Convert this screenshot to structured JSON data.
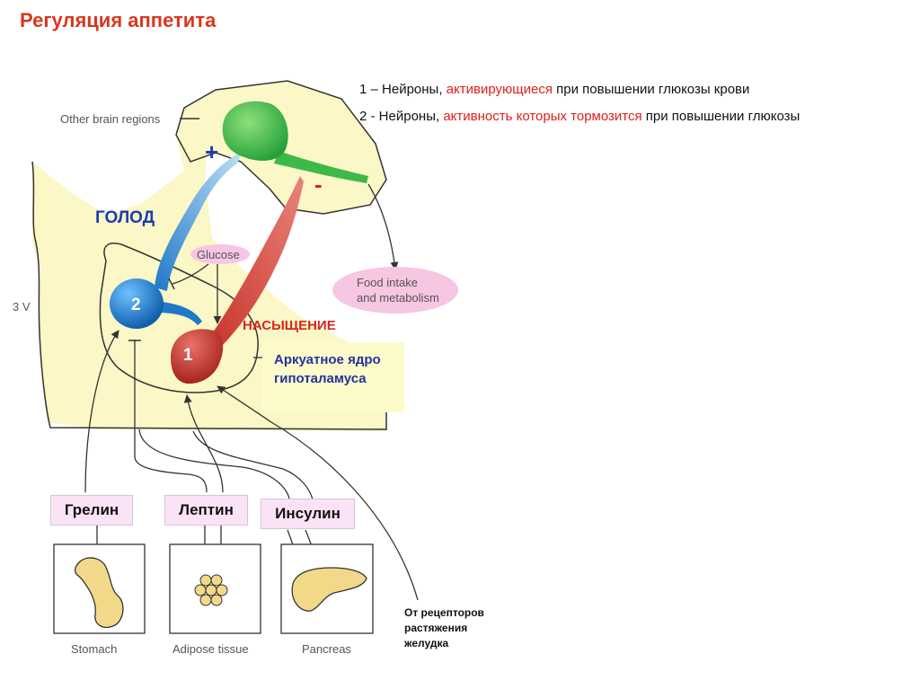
{
  "title": "Регуляция аппетита",
  "legend": {
    "line1": {
      "prefix": "1 – Нейроны, ",
      "highlight": "активирующиеся",
      "suffix": " при повышении глюкозы крови"
    },
    "line2": {
      "prefix": "2 - Нейроны, ",
      "highlight": "активность которых тормозится",
      "suffix": " при повышении глюкозы"
    }
  },
  "labels": {
    "other_brain": "Other brain regions",
    "ventricle": "3 V",
    "hunger": "ГОЛОД",
    "satiety": "НАСЫЩЕНИЕ",
    "plus": "+",
    "minus": "-",
    "glucose": "Glucose",
    "food_line1": "Food intake",
    "food_line2": "and metabolism",
    "neuron1": "1",
    "neuron2": "2",
    "arcuate_line1": "Аркуатное ядро",
    "arcuate_line2": "гипоталамуса",
    "receptor_line1": "От рецепторов",
    "receptor_line2": "растяжения",
    "receptor_line3": "желудка"
  },
  "hormones": {
    "ghrelin": "Грелин",
    "leptin": "Лептин",
    "insulin": "Инсулин"
  },
  "organs": {
    "stomach": "Stomach",
    "adipose": "Adipose tissue",
    "pancreas": "Pancreas"
  },
  "colors": {
    "title": "#d9361f",
    "tissue": "#fbf7c6",
    "green_neuron": "#3db94a",
    "blue_neuron": "#1f78c8",
    "red_neuron": "#c8322a",
    "hunger_text": "#1a3db0",
    "satiety_text": "#d9261c",
    "highlight": "#e0201c",
    "pink_oval": "#f6c6e2",
    "hormone_box": "#fbe3f7"
  }
}
